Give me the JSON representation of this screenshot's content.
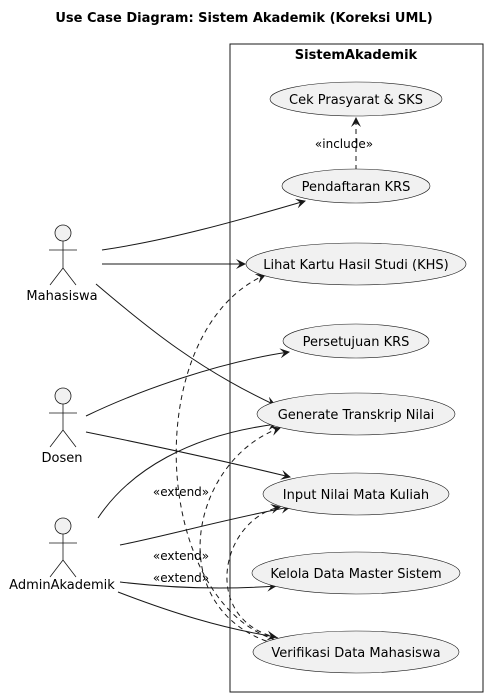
{
  "diagram": {
    "title": "Use Case Diagram: Sistem Akademik (Koreksi UML)",
    "system": "SistemAkademik",
    "actors": [
      {
        "id": "mahasiswa",
        "label": "Mahasiswa"
      },
      {
        "id": "dosen",
        "label": "Dosen"
      },
      {
        "id": "admin",
        "label": "AdminAkademik"
      }
    ],
    "use_cases": [
      {
        "id": "cek",
        "label": "Cek Prasyarat & SKS"
      },
      {
        "id": "krs",
        "label": "Pendaftaran KRS"
      },
      {
        "id": "khs",
        "label": "Lihat Kartu Hasil Studi (KHS)"
      },
      {
        "id": "persetujuan",
        "label": "Persetujuan KRS"
      },
      {
        "id": "transkrip",
        "label": "Generate Transkrip Nilai"
      },
      {
        "id": "input",
        "label": "Input Nilai Mata Kuliah"
      },
      {
        "id": "kelola",
        "label": "Kelola Data Master Sistem"
      },
      {
        "id": "verifikasi",
        "label": "Verifikasi Data Mahasiswa"
      }
    ],
    "relations": {
      "include": "«include»",
      "extend_1": "«extend»",
      "extend_2": "«extend»",
      "extend_3": "«extend»"
    }
  }
}
